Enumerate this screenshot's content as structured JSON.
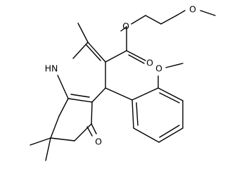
{
  "atoms": {
    "nh": "HN",
    "ester_carbonyl_o": "O",
    "ester_o": "O",
    "ether_o": "O",
    "anisole_o": "O",
    "ketone_o": "O"
  },
  "colors": {
    "bond": "#000000",
    "label": "#000000",
    "background": "#ffffff"
  }
}
